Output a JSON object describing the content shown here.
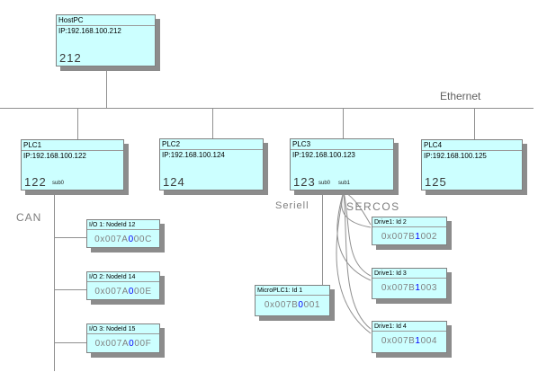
{
  "diagram": {
    "host": {
      "title": "HostPC",
      "ip": "IP:192.168.100.212",
      "number": "212"
    },
    "ethernet_label": "Ethernet",
    "bus_labels": {
      "can": "CAN",
      "seriell": "Seriell",
      "sercos": "SERCOS"
    },
    "plcs": [
      {
        "title": "PLC1",
        "ip": "IP:192.168.100.122",
        "number": "122",
        "subs": [
          "sub0"
        ]
      },
      {
        "title": "PLC2",
        "ip": "IP:192.168.100.124",
        "number": "124",
        "subs": []
      },
      {
        "title": "PLC3",
        "ip": "IP:192.168.100.123",
        "number": "123",
        "subs": [
          "sub0",
          "sub1"
        ]
      },
      {
        "title": "PLC4",
        "ip": "IP:192.168.100.125",
        "number": "125",
        "subs": []
      }
    ],
    "can_devices": [
      {
        "title": "I/O 1: NodeId 12",
        "value_prefix": "0x007A",
        "value_highlight": "0",
        "value_suffix": "00C"
      },
      {
        "title": "I/O 2: NodeId 14",
        "value_prefix": "0x007A",
        "value_highlight": "0",
        "value_suffix": "00E"
      },
      {
        "title": "I/O 3: NodeId 15",
        "value_prefix": "0x007A",
        "value_highlight": "0",
        "value_suffix": "00F"
      }
    ],
    "serial_device": {
      "title": "MicroPLC1: Id 1",
      "value_prefix": "0x007B",
      "value_highlight": "0",
      "value_suffix": "001"
    },
    "sercos_devices": [
      {
        "title": "Drive1: Id 2",
        "value_prefix": "0x007B",
        "value_highlight": "1",
        "value_suffix": "002"
      },
      {
        "title": "Drive1: Id 3",
        "value_prefix": "0x007B",
        "value_highlight": "1",
        "value_suffix": "003"
      },
      {
        "title": "Drive1: Id 4",
        "value_prefix": "0x007B",
        "value_highlight": "1",
        "value_suffix": "004"
      }
    ],
    "colors": {
      "box_fill": "#CCFFFF",
      "box_border": "#808080",
      "box_shadow": "#8C8C8C",
      "wire": "#909090",
      "value_gray": "#808080",
      "value_blue": "#0000FF",
      "label_gray": "#7D7D7D"
    }
  }
}
